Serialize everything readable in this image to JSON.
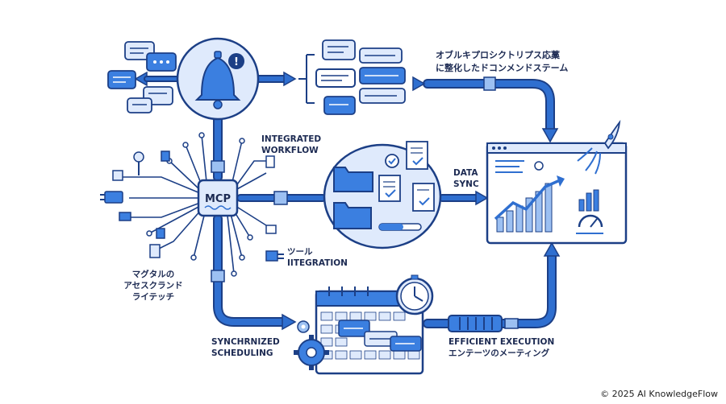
{
  "labels": {
    "top_right_line1": "オブルキプロシクトリプス応藁",
    "top_right_line2": "に整化したドコンメンドステーム",
    "integrated_line1": "INTEGRATED",
    "integrated_line2": "WORKFLOW",
    "data_sync_line1": "DATA",
    "data_sync_line2": "SYNC",
    "hub": "MCP",
    "tool_line1": "ツール",
    "tool_line2": "IITEGRATION",
    "left_line1": "マグタルの",
    "left_line2": "アセスクランド",
    "left_line3": "ライテッチ",
    "sched_line1": "SYNCHRNIZED",
    "sched_line2": "SCHEDULING",
    "exec_line1": "EFFICIENT EXECUTION",
    "exec_line2": "エンテーツのメーティング"
  },
  "credit": "© 2025 AI KnowledgeFlow",
  "colors": {
    "primary": "#2f6fd0",
    "dark": "#1c3f86",
    "light": "#dfeafc",
    "text": "#1c2a52"
  },
  "icons": [
    "bell-icon",
    "chat-bubble-icon",
    "folder-icon",
    "document-check-icon",
    "dashboard-chart-icon",
    "rocket-icon",
    "calendar-icon",
    "clock-icon",
    "gear-icon",
    "plug-icon",
    "key-icon"
  ]
}
